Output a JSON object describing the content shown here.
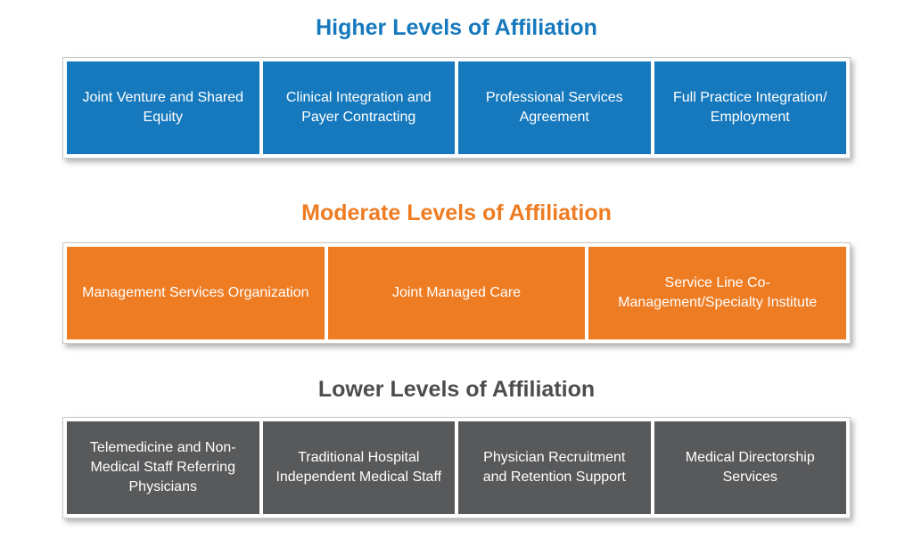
{
  "colors": {
    "higher_blue": "#1679BD",
    "moderate_orange": "#EE7C23",
    "lower_gray": "#58595B"
  },
  "sections": [
    {
      "title": "Higher Levels of Affiliation",
      "items": [
        "Joint Venture and Shared Equity",
        "Clinical Integration and Payer Contracting",
        "Professional Services Agreement",
        "Full Practice Integration/ Employment"
      ]
    },
    {
      "title": "Moderate Levels of Affiliation",
      "items": [
        "Management Services Organization",
        "Joint Managed Care",
        "Service Line Co-Management/Specialty Institute"
      ]
    },
    {
      "title": "Lower Levels of Affiliation",
      "items": [
        "Telemedicine and Non-Medical Staff Referring Physicians",
        "Traditional Hospital Independent Medical Staff",
        "Physician Recruitment and Retention Support",
        "Medical Directorship Services"
      ]
    }
  ]
}
